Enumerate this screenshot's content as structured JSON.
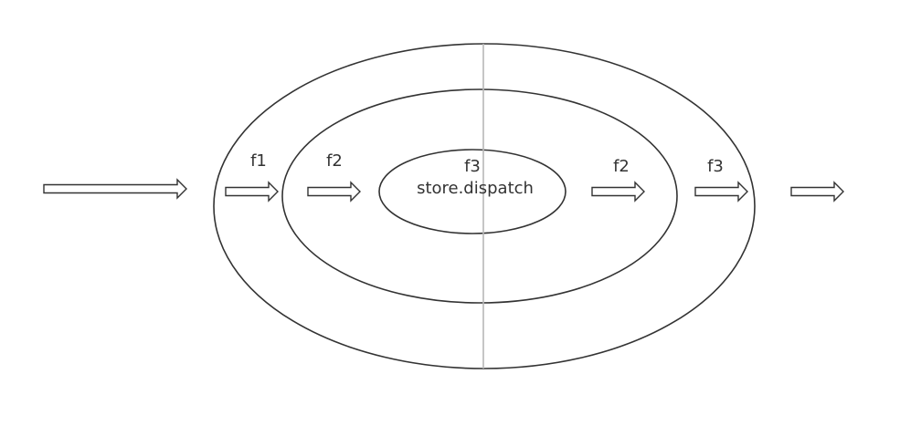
{
  "diagram": {
    "labels": {
      "left_f1": "f1",
      "left_f2": "f2",
      "center_f3": "f3",
      "center_text": "store.dispatch",
      "right_f2": "f2",
      "right_f3": "f3"
    },
    "colors": {
      "stroke": "#333333",
      "divider": "#b8b8b8",
      "background": "#ffffff"
    }
  }
}
